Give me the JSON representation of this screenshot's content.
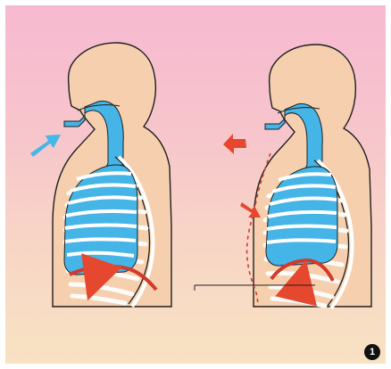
{
  "figure": {
    "step_marker": "1",
    "colors": {
      "background_top": "#f7b9d1",
      "background_bottom": "#f8e2c2",
      "skin": "#f6d0ae",
      "outline": "#1f1f1f",
      "airway_blue": "#45b5e8",
      "rib_white": "#fbfbf8",
      "diaphragm_red": "#d23a2b",
      "arrow_red": "#e5472f",
      "inhale_arrow": "#44b8ea"
    },
    "panels": [
      {
        "id": "inhale",
        "air_direction": "in",
        "diaphragm_arrow": "down"
      },
      {
        "id": "exhale",
        "air_direction": "out",
        "diaphragm_arrow": "up"
      }
    ]
  }
}
